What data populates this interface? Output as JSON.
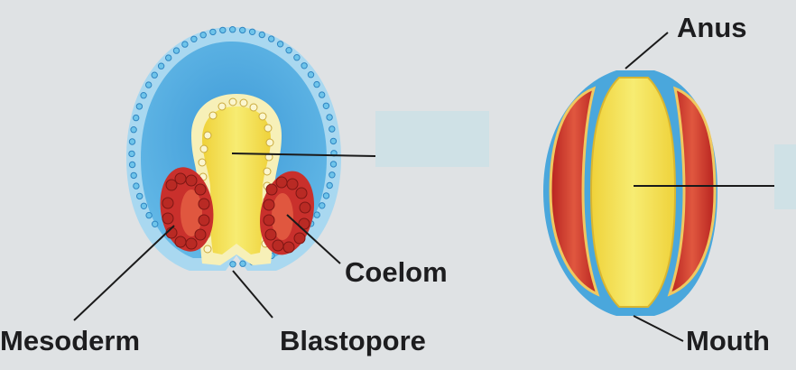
{
  "labels": {
    "anus": "Anus",
    "mouth": "Mouth",
    "coelom": "Coelom",
    "mesoderm": "Mesoderm",
    "blastopore": "Blastopore"
  },
  "colors": {
    "background": "#dfe2e4",
    "ectoderm_blue": "#4aa7dc",
    "ectoderm_light": "#a9d8f0",
    "endoderm_yellow": "#f3e35a",
    "mesoderm_red": "#c9302c",
    "answer_box": "#cfe1e6",
    "leader_line": "#1a1a1a"
  }
}
